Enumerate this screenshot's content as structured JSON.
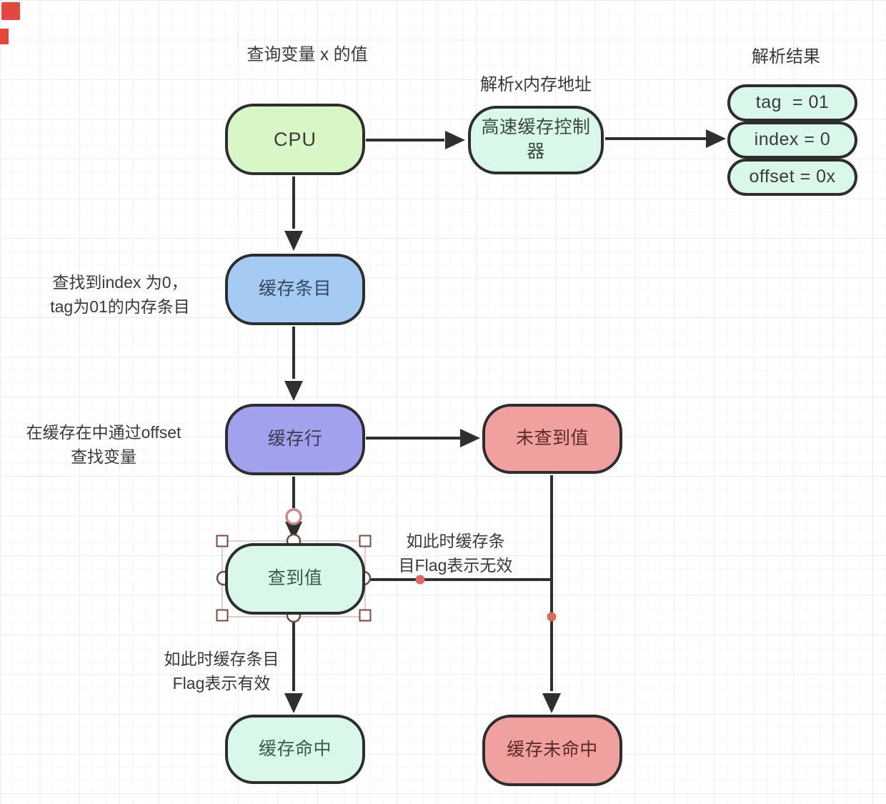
{
  "annotations": {
    "title": "查询变量 x 的值",
    "resolve_addr": "解析x内存地址",
    "resolve_result": "解析结果",
    "entry_note_line1": "查找到index 为0，",
    "entry_note_line2": "tag为01的内存条目",
    "offset_note_line1": "在缓存在中通过offset",
    "offset_note_line2": "查找变量",
    "invalid_note_line1": "如此时缓存条",
    "invalid_note_line2": "目Flag表示无效",
    "valid_note_line1": "如此时缓存条目",
    "valid_note_line2": "Flag表示有效"
  },
  "nodes": {
    "cpu": {
      "label": "CPU"
    },
    "controller": {
      "label": "高速缓存控制器"
    },
    "tag": {
      "label": "tag  = 01"
    },
    "index": {
      "label": "index = 0"
    },
    "offset": {
      "label": "offset = 0x"
    },
    "cache_entry": {
      "label": "缓存条目"
    },
    "cache_line": {
      "label": "缓存行"
    },
    "not_found": {
      "label": "未查到值"
    },
    "found": {
      "label": "查到值"
    },
    "cache_hit": {
      "label": "缓存命中"
    },
    "cache_miss": {
      "label": "缓存未命中"
    }
  },
  "colors": {
    "node_stroke": "#2d2d2d",
    "edge": "#2f2f2f",
    "green_fill": "#d8f6c6",
    "mint_fill": "#d9f8e9",
    "blue_fill": "#a6cbf3",
    "purple_fill": "#a1a1ee",
    "salmon_fill": "#f1a0a0",
    "waypoint_dot": "#dd6a5f",
    "selection_handle_stroke": "#7a4a42",
    "corner_mark_red": "#e4473f"
  }
}
